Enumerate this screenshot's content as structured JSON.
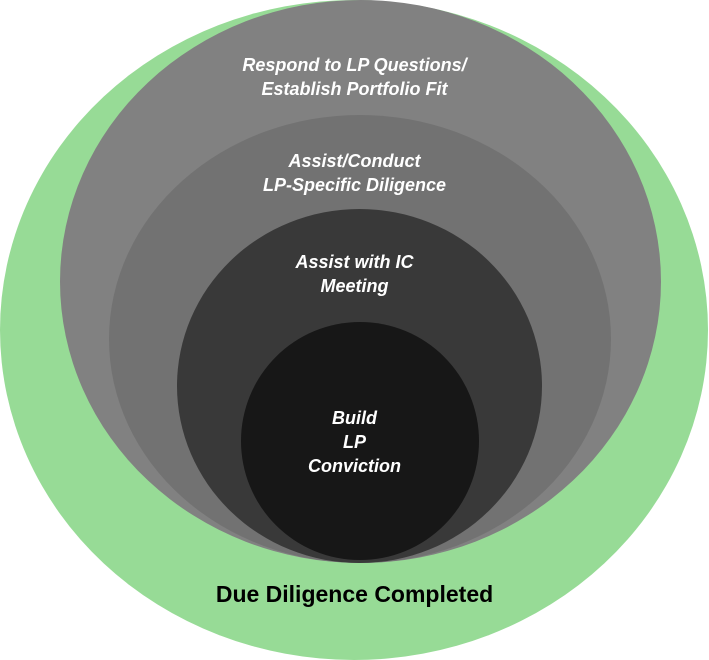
{
  "diagram": {
    "layers": [
      {
        "lines": [
          "Respond to LP Questions/",
          "Establish Portfolio Fit"
        ]
      },
      {
        "lines": [
          "Assist/Conduct",
          "LP-Specific Diligence"
        ]
      },
      {
        "lines": [
          "Assist with IC",
          "Meeting"
        ]
      },
      {
        "lines": [
          "Build",
          "LP",
          "Conviction"
        ]
      }
    ],
    "footer": "Due Diligence Completed",
    "colors": {
      "outer": "#97db96",
      "layer1": "#818181",
      "layer2": "#727272",
      "layer3": "#393939",
      "layer4": "#171717",
      "label_text": "#ffffff",
      "footer_text": "#000000"
    }
  }
}
